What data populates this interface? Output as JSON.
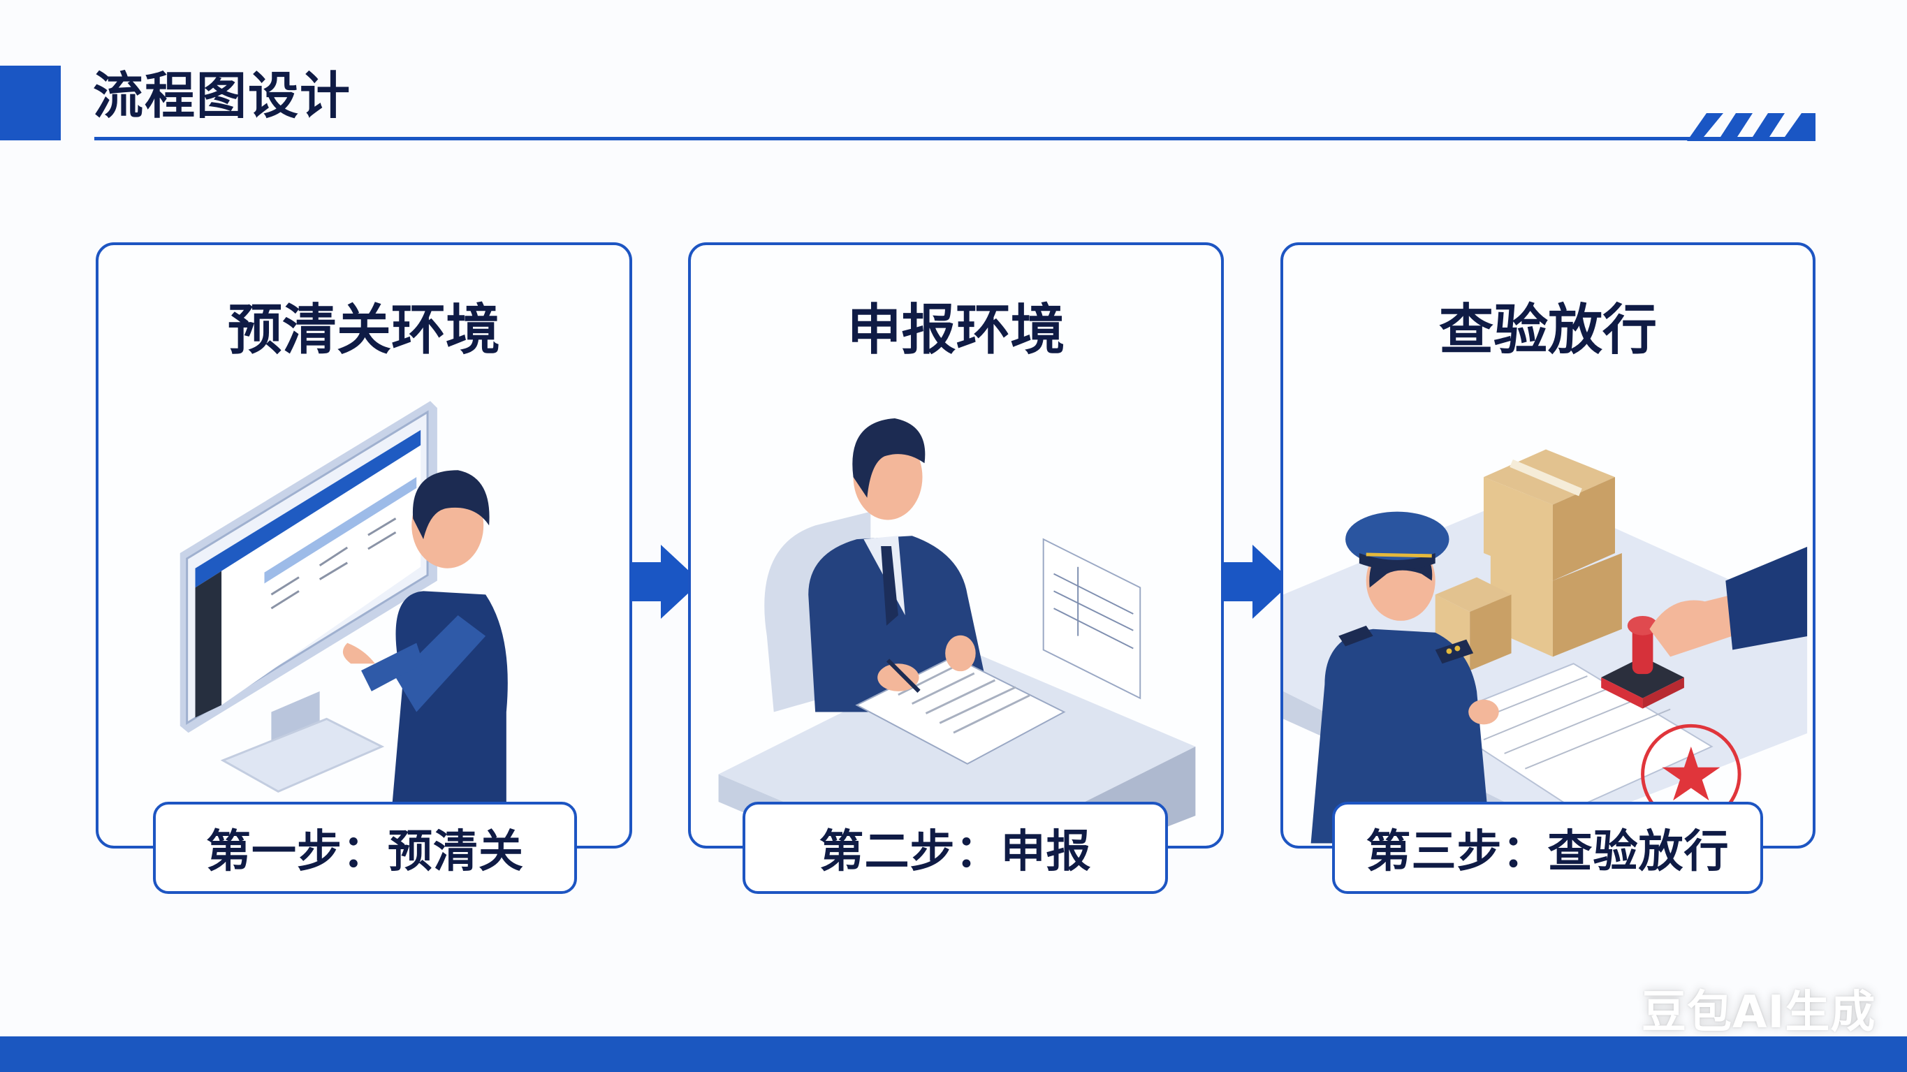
{
  "header": {
    "title": "流程图设计"
  },
  "colors": {
    "accent": "#1a56c4",
    "title_text": "#0f1b45",
    "border": "#1d55c2",
    "footer": "#1b57c0"
  },
  "steps": [
    {
      "heading": "预清关环境",
      "label": "第一步：预清关",
      "illustration": "person-at-computer-monitor"
    },
    {
      "heading": "申报环境",
      "label": "第二步：申报",
      "illustration": "person-signing-documents-at-desk"
    },
    {
      "heading": "查验放行",
      "label": "第三步：查验放行",
      "illustration": "customs-officer-inspecting-boxes-with-stamp"
    }
  ],
  "arrows": [
    "arrow-right",
    "arrow-right"
  ],
  "watermark": "豆包AI生成"
}
